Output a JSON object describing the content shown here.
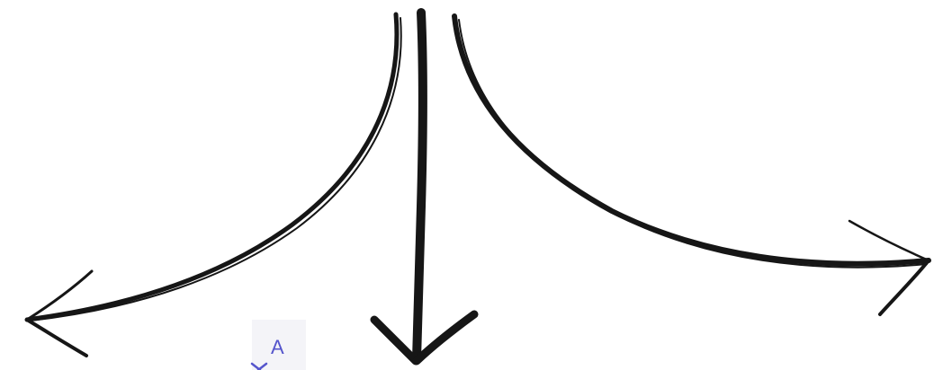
{
  "diagram": {
    "arrows": [
      {
        "id": "left",
        "direction": "down-left",
        "shape": "curved"
      },
      {
        "id": "center",
        "direction": "down",
        "shape": "straight"
      },
      {
        "id": "right",
        "direction": "down-right",
        "shape": "curved"
      }
    ],
    "point": {
      "label": "A"
    },
    "colors": {
      "ink": "#161616",
      "point": "#5555cc",
      "background": "#ffffff"
    }
  }
}
